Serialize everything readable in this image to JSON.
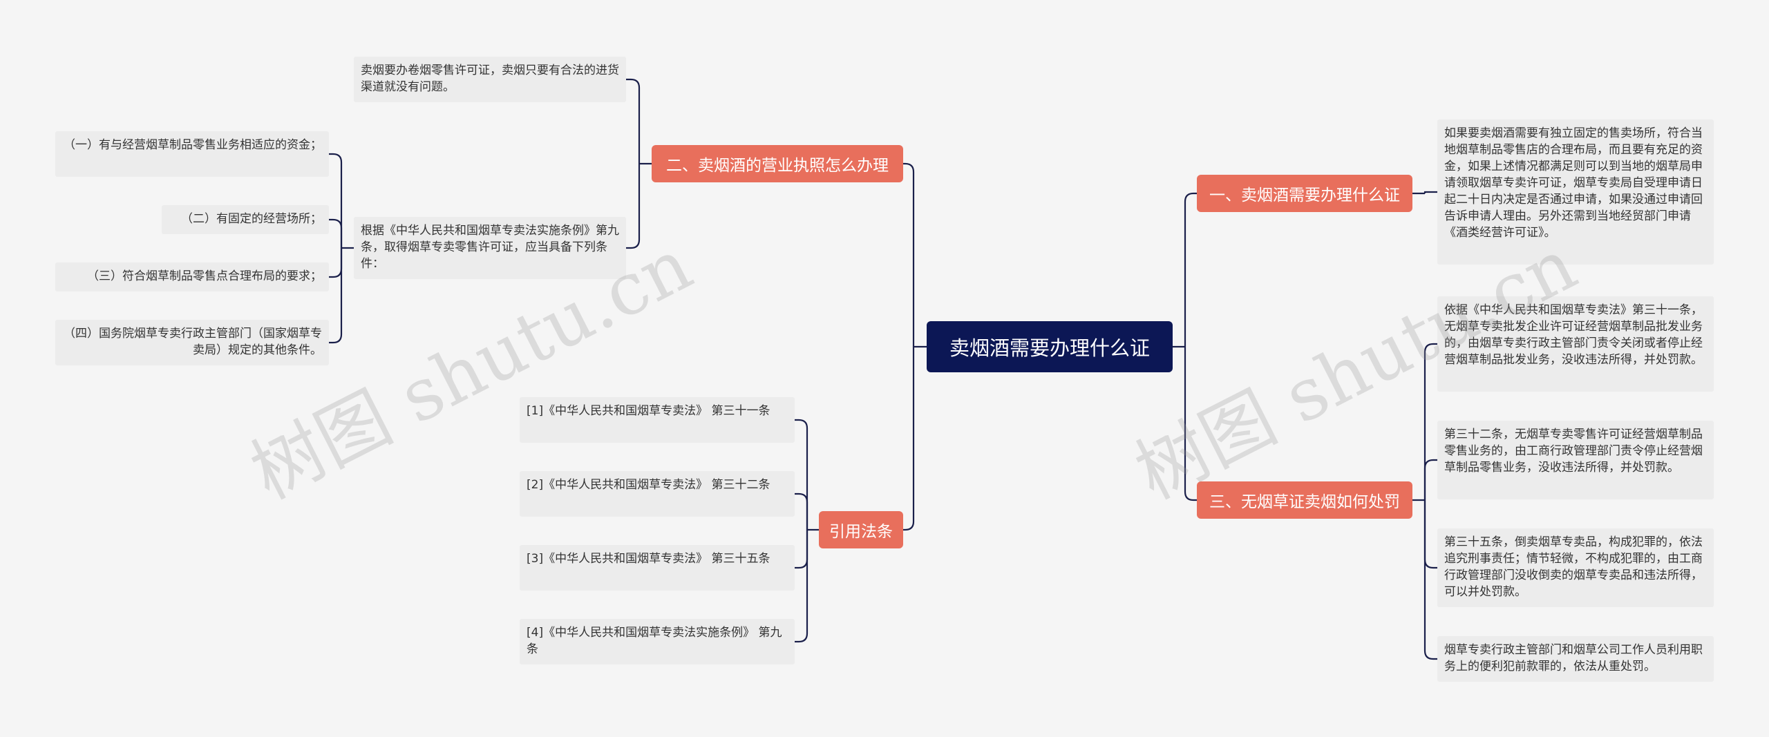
{
  "root": "卖烟酒需要办理什么证",
  "branches": {
    "b1": "二、卖烟酒的营业执照怎么办理",
    "b2": "引用法条",
    "b3": "一、卖烟酒需要办理什么证",
    "b4": "三、无烟草证卖烟如何处罚"
  },
  "leaves": {
    "b1_1": "卖烟要办卷烟零售许可证，卖烟只要有合法的进货渠道就没有问题。",
    "b1_2": "根据《中华人民共和国烟草专卖法实施条例》第九条，取得烟草专卖零售许可证，应当具备下列条件：",
    "c1": "（一）有与经营烟草制品零售业务相适应的资金；",
    "c2": "（二）有固定的经营场所；",
    "c3": "（三）符合烟草制品零售点合理布局的要求；",
    "c4": "（四）国务院烟草专卖行政主管部门（国家烟草专卖局）规定的其他条件。",
    "r1": "[1]《中华人民共和国烟草专卖法》 第三十一条",
    "r2": "[2]《中华人民共和国烟草专卖法》 第三十二条",
    "r3": "[3]《中华人民共和国烟草专卖法》 第三十五条",
    "r4": "[4]《中华人民共和国烟草专卖法实施条例》 第九条",
    "b3_1": "如果要卖烟酒需要有独立固定的售卖场所，符合当地烟草制品零售店的合理布局，而且要有充足的资金，如果上述情况都满足则可以到当地的烟草局申请领取烟草专卖许可证，烟草专卖局自受理申请日起二十日内决定是否通过申请，如果没通过申请回告诉申请人理由。另外还需到当地经贸部门申请《酒类经营许可证》。",
    "b4_1": "依据《中华人民共和国烟草专卖法》第三十一条，无烟草专卖批发企业许可证经营烟草制品批发业务的，由烟草专卖行政主管部门责令关闭或者停止经营烟草制品批发业务，没收违法所得，并处罚款。",
    "b4_2": "第三十二条，无烟草专卖零售许可证经营烟草制品零售业务的，由工商行政管理部门责令停止经营烟草制品零售业务，没收违法所得，并处罚款。",
    "b4_3": "第三十五条，倒卖烟草专卖品，构成犯罪的，依法追究刑事责任；情节轻微，不构成犯罪的，由工商行政管理部门没收倒卖的烟草专卖品和违法所得，可以并处罚款。",
    "b4_4": "烟草专卖行政主管部门和烟草公司工作人员利用职务上的便利犯前款罪的，依法从重处罚。"
  },
  "watermarks": [
    "树图 shutu.cn",
    "树图 shutu.cn"
  ],
  "colors": {
    "root_bg": "#0c1755",
    "branch_bg": "#e86f5c",
    "leaf_bg": "#ececec",
    "line": "#1a1f4a",
    "background": "#f5f5f5"
  }
}
